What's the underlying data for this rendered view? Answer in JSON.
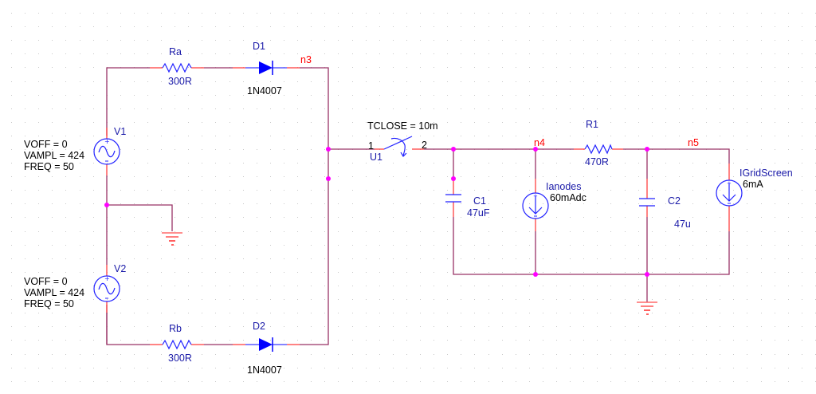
{
  "colors": {
    "wire": "#993366",
    "component": "#2222ff",
    "net_label": "#ff0000",
    "junction": "#ff00ff",
    "text": "#000000",
    "ref_text": "#1a1aa8"
  },
  "components": {
    "v1": {
      "ref": "V1",
      "params": [
        "VOFF = 0",
        "VAMPL = 424",
        "FREQ = 50"
      ]
    },
    "v2": {
      "ref": "V2",
      "params": [
        "VOFF = 0",
        "VAMPL = 424",
        "FREQ = 50"
      ]
    },
    "ra": {
      "ref": "Ra",
      "value": "300R"
    },
    "rb": {
      "ref": "Rb",
      "value": "300R"
    },
    "d1": {
      "ref": "D1",
      "value": "1N4007"
    },
    "d2": {
      "ref": "D2",
      "value": "1N4007"
    },
    "u1": {
      "ref": "U1",
      "param": "TCLOSE = 10m",
      "pin1": "1",
      "pin2": "2"
    },
    "c1": {
      "ref": "C1",
      "value": "47uF"
    },
    "r1": {
      "ref": "R1",
      "value": "470R"
    },
    "ianodes": {
      "ref": "Ianodes",
      "value": "60mAdc"
    },
    "c2": {
      "ref": "C2",
      "value": "47u"
    },
    "igridscreen": {
      "ref": "IGridScreen",
      "value": "6mA"
    }
  },
  "nets": {
    "n3": "n3",
    "n4": "n4",
    "n5": "n5"
  }
}
